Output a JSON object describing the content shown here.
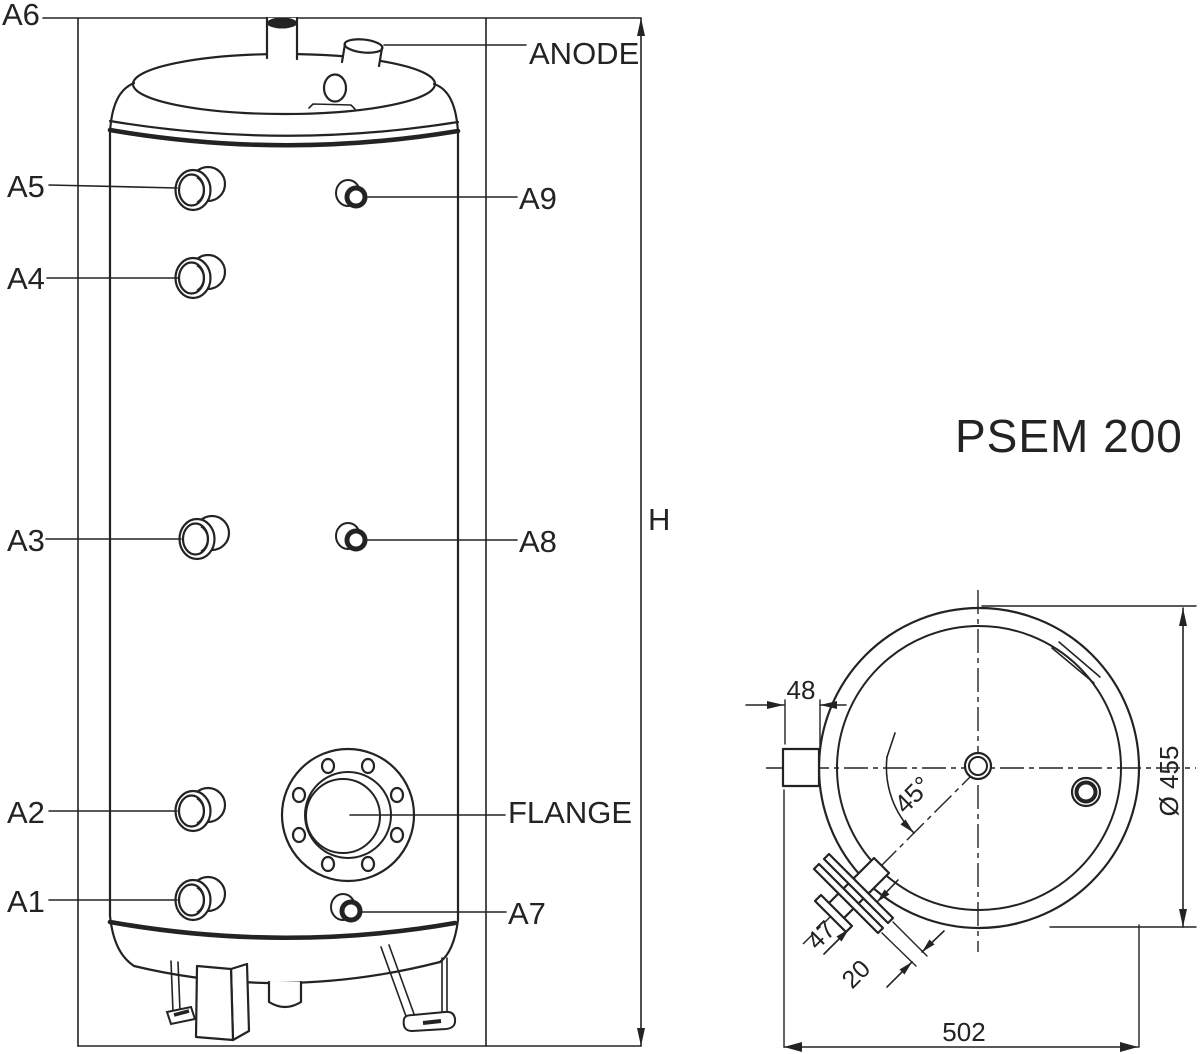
{
  "title": "PSEM 200",
  "front_view": {
    "port_labels": {
      "a1": "A1",
      "a2": "A2",
      "a3": "A3",
      "a4": "A4",
      "a5": "A5",
      "a6": "A6",
      "a7": "A7",
      "a8": "A8",
      "a9": "A9"
    },
    "anode_label": "ANODE",
    "flange_label": "FLANGE",
    "height_label": "H"
  },
  "top_view": {
    "dim_tab": "48",
    "dim_overall": "502",
    "dim_diameter": "Ø 455",
    "dim_angle": "45°",
    "dim_47": "47",
    "dim_20": "20"
  }
}
